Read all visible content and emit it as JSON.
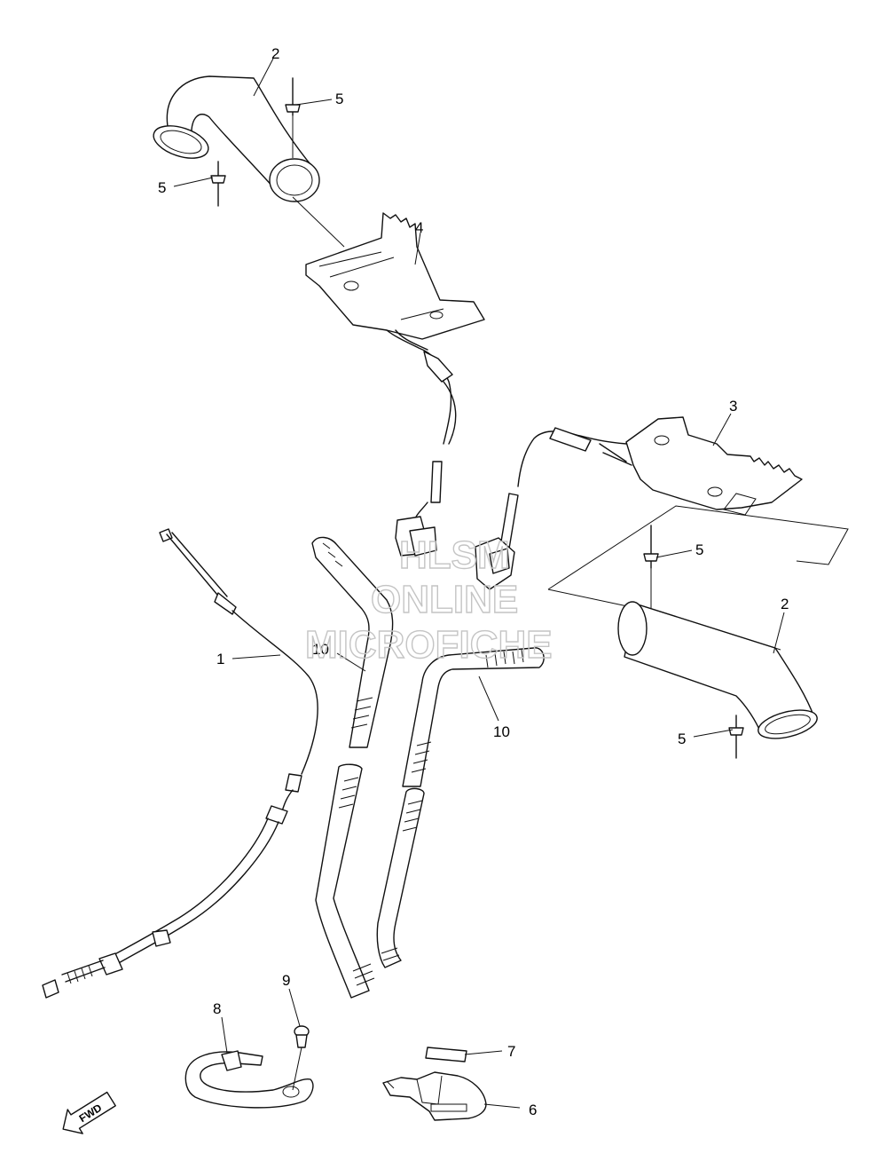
{
  "callouts": {
    "c1": "1",
    "c2a": "2",
    "c2b": "2",
    "c3": "3",
    "c4": "4",
    "c5a": "5",
    "c5b": "5",
    "c5c": "5",
    "c5d": "5",
    "c6": "6",
    "c7": "7",
    "c8": "8",
    "c9": "9",
    "c10a": "10",
    "c10b": "10"
  },
  "watermark": {
    "line1": "HLSM",
    "line2": "ONLINE",
    "line3": "MICROFICHE"
  },
  "direction_indicator": {
    "label": "FWD"
  }
}
